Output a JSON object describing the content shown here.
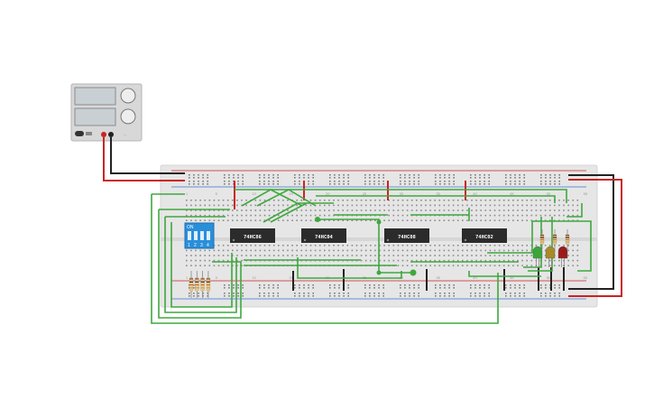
{
  "power_supply": {
    "name": "power-supply",
    "mini_label": "+  -"
  },
  "breadboard": {
    "column_numbers": [
      "1",
      "5",
      "10",
      "15",
      "20",
      "25",
      "30",
      "35",
      "40",
      "45",
      "50",
      "55"
    ],
    "row_letters": [
      "a",
      "b",
      "c",
      "d",
      "e",
      "f",
      "g",
      "h",
      "i",
      "j"
    ]
  },
  "dip_switch": {
    "on_label": "ON",
    "numbers": [
      "1",
      "2",
      "3",
      "4"
    ]
  },
  "chips": [
    {
      "label": "74HC86"
    },
    {
      "label": "74HC04"
    },
    {
      "label": "74HC08"
    },
    {
      "label": "74HC02"
    }
  ],
  "leds": [
    {
      "color_name": "green",
      "color": "#3aa63a"
    },
    {
      "color_name": "yellow",
      "color": "#a88b28"
    },
    {
      "color_name": "red",
      "color": "#9b1b1b"
    }
  ],
  "colors": {
    "wire_green": "#3fa83f",
    "wire_red": "#cc2222",
    "wire_black": "#222222",
    "breadboard": "#e6e6e6",
    "chip_body": "#2b2b2b",
    "dip_switch": "#2a8fd9"
  }
}
